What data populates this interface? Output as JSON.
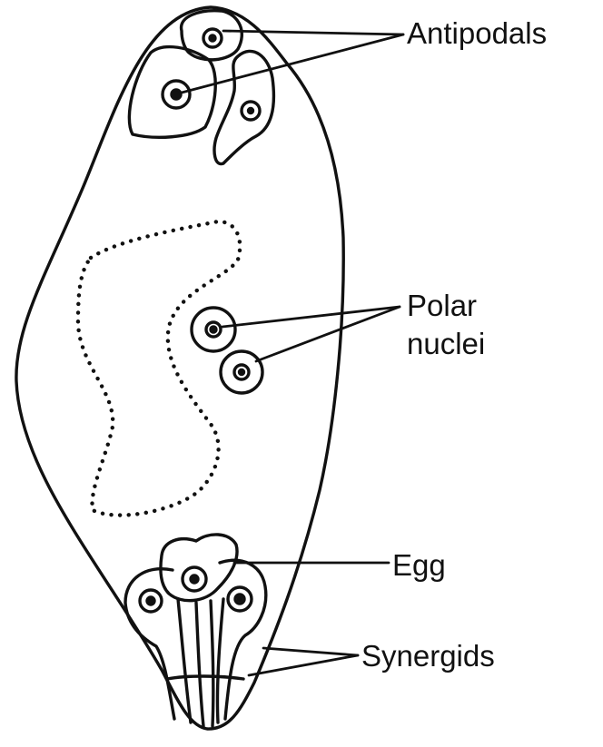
{
  "labels": {
    "antipodals": "Antipodals",
    "polar_line1": "Polar",
    "polar_line2": "nuclei",
    "egg": "Egg",
    "synergids": "Synergids"
  },
  "colors": {
    "ink": "#111111",
    "background": "#ffffff"
  }
}
